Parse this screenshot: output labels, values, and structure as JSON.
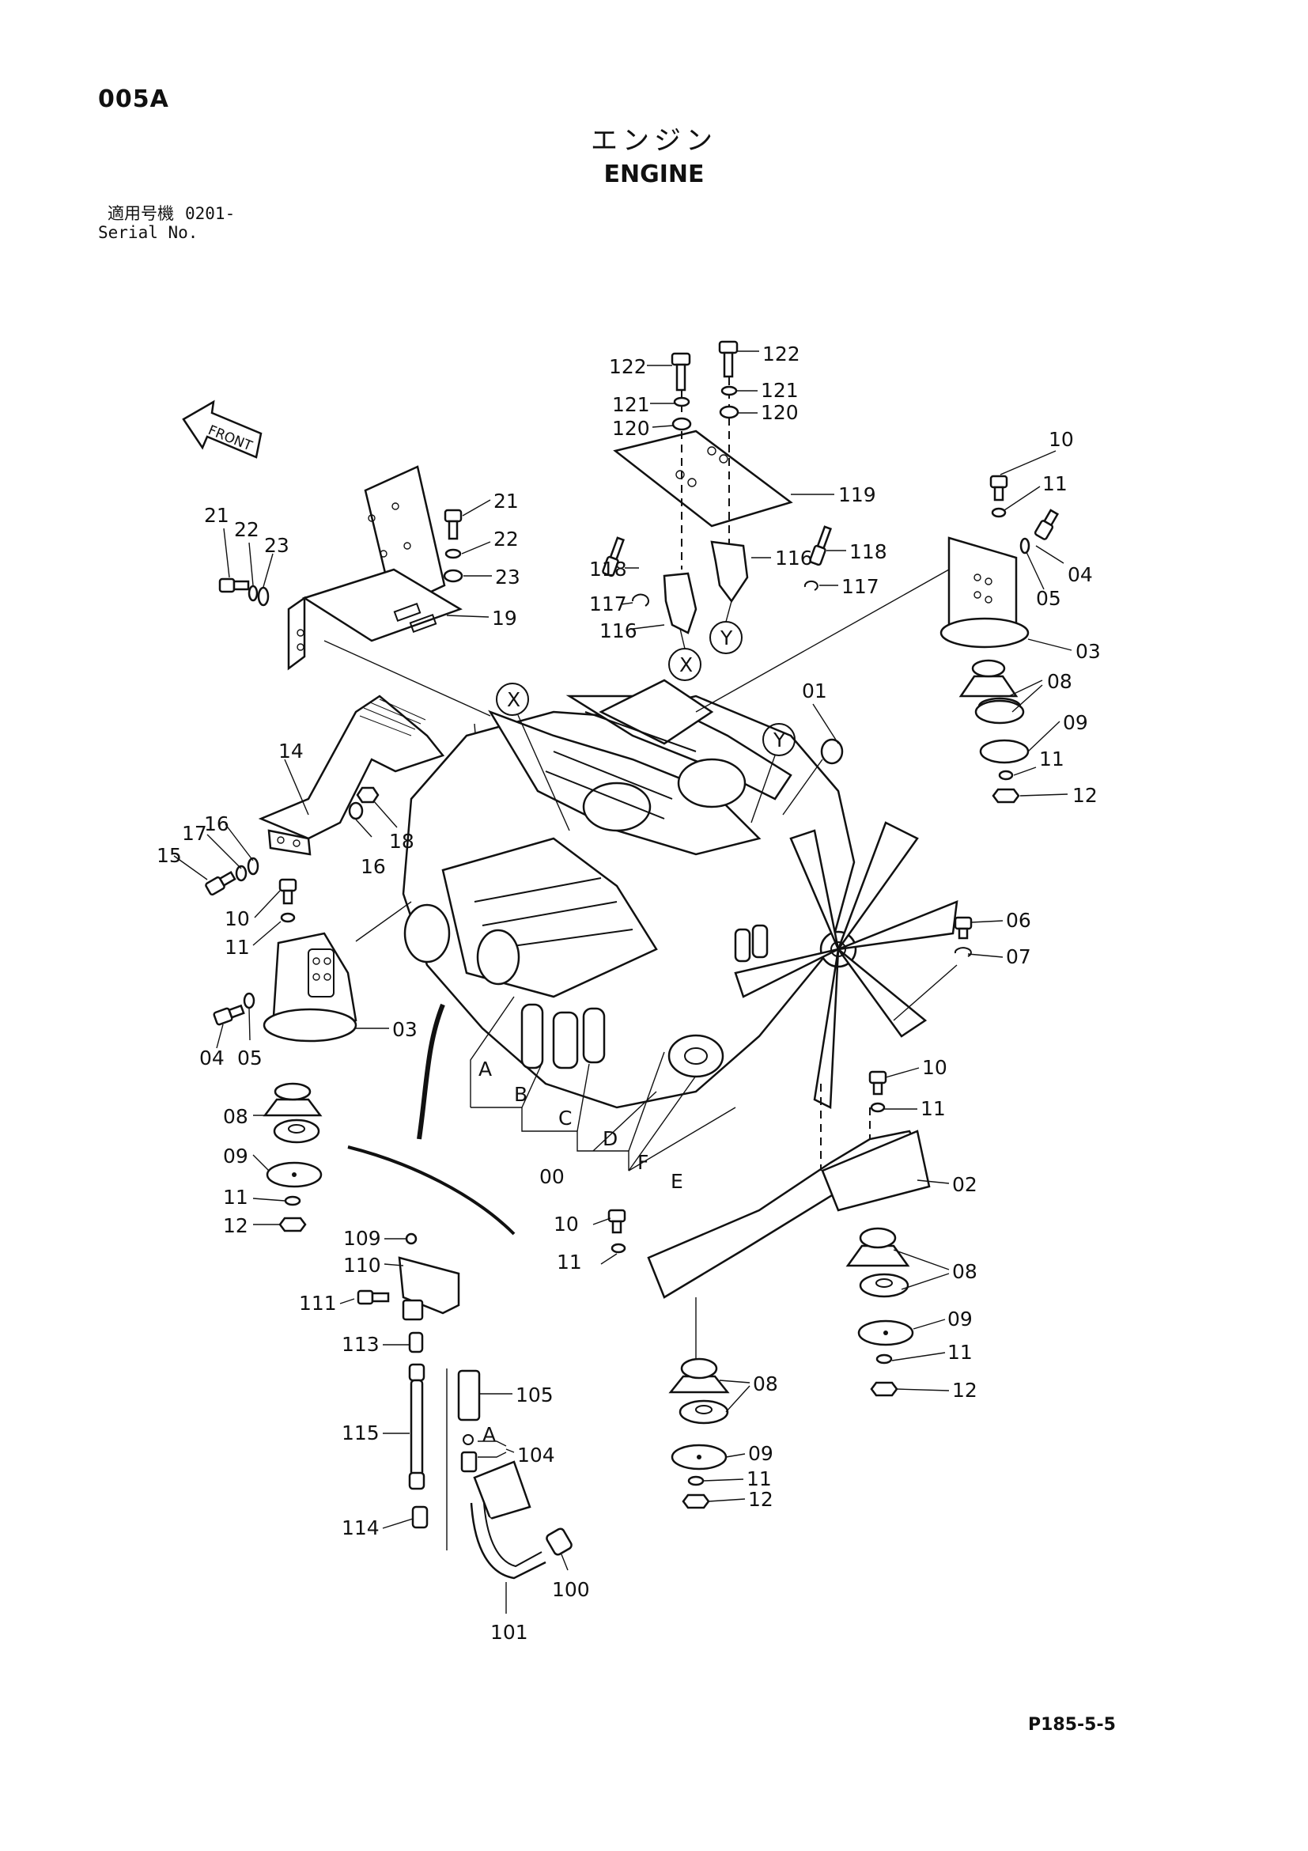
{
  "header": {
    "page_code": "005A",
    "title_ja": "エンジン",
    "title_en": "ENGINE",
    "serial_label_ja": "適用号機",
    "serial_label_en": "Serial No.",
    "serial_value": "0201-"
  },
  "footer": {
    "page_ref": "P185-5-5"
  },
  "diagram": {
    "front_arrow": "FRONT",
    "callouts": {
      "c01": "01",
      "c02": "02",
      "c03a": "03",
      "c03b": "03",
      "c04a": "04",
      "c04b": "04",
      "c05a": "05",
      "c05b": "05",
      "c06": "06",
      "c07": "07",
      "c08a": "08",
      "c08b": "08",
      "c08c": "08",
      "c08d": "08",
      "c09a": "09",
      "c09b": "09",
      "c09c": "09",
      "c09d": "09",
      "c10a": "10",
      "c10b": "10",
      "c10c": "10",
      "c10d": "10",
      "c11a": "11",
      "c11b": "11",
      "c11c": "11",
      "c11d": "11",
      "c11e": "11",
      "c11f": "11",
      "c11g": "11",
      "c11h": "11",
      "c12a": "12",
      "c12b": "12",
      "c12c": "12",
      "c12d": "12",
      "c14": "14",
      "c15": "15",
      "c16a": "16",
      "c16b": "16",
      "c17": "17",
      "c18": "18",
      "c19": "19",
      "c21a": "21",
      "c21b": "21",
      "c22a": "22",
      "c22b": "22",
      "c23a": "23",
      "c23b": "23",
      "c00": "00",
      "cA": "A",
      "cB": "B",
      "cC": "C",
      "cD": "D",
      "cE": "E",
      "cF": "F",
      "c100": "100",
      "c101": "101",
      "c104": "104",
      "c104A": "A",
      "c105": "105",
      "c109": "109",
      "c110": "110",
      "c111": "111",
      "c113": "113",
      "c114": "114",
      "c115": "115",
      "c116a": "116",
      "c116b": "116",
      "c117a": "117",
      "c117b": "117",
      "c118a": "118",
      "c118b": "118",
      "c119": "119",
      "c120a": "120",
      "c120b": "120",
      "c121a": "121",
      "c121b": "121",
      "c122a": "122",
      "c122b": "122",
      "cXa": "X",
      "cXb": "X",
      "cYa": "Y",
      "cYb": "Y"
    }
  }
}
